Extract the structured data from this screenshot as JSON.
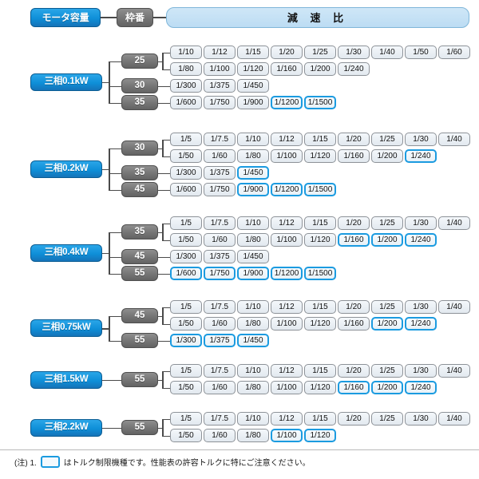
{
  "header": {
    "motor_capacity_label": "モータ容量",
    "frame_number_label": "枠番",
    "ratio_banner_label": "減 速 比"
  },
  "footnote": {
    "prefix": "(注) 1.",
    "swatch_icon": "highlight-box-icon",
    "text": "はトルク制限機種です。性能表の許容トルクに特にご注意ください。"
  },
  "colors": {
    "capacity_blue": "#0e8fd8",
    "frame_gray": "#777777",
    "banner_blue": "#bcdcf3",
    "highlight_border": "#1b9be0",
    "cell_fill": "#e2e9ef",
    "line": "#4a4a4a"
  },
  "chart_data": {
    "type": "table",
    "title": "モータ容量・枠番・減速比 選定表",
    "columns": [
      "モータ容量",
      "枠番",
      "減速比"
    ],
    "legend": "青枠 = トルク制限機種",
    "sections": [
      {
        "capacity": "三相0.1kW",
        "groups": [
          {
            "frame": "25",
            "rows": [
              [
                {
                  "v": "1/10",
                  "hl": false
                },
                {
                  "v": "1/12",
                  "hl": false
                },
                {
                  "v": "1/15",
                  "hl": false
                },
                {
                  "v": "1/20",
                  "hl": false
                },
                {
                  "v": "1/25",
                  "hl": false
                },
                {
                  "v": "1/30",
                  "hl": false
                },
                {
                  "v": "1/40",
                  "hl": false
                },
                {
                  "v": "1/50",
                  "hl": false
                },
                {
                  "v": "1/60",
                  "hl": false
                }
              ],
              [
                {
                  "v": "1/80",
                  "hl": false
                },
                {
                  "v": "1/100",
                  "hl": false
                },
                {
                  "v": "1/120",
                  "hl": false
                },
                {
                  "v": "1/160",
                  "hl": false
                },
                {
                  "v": "1/200",
                  "hl": false
                },
                {
                  "v": "1/240",
                  "hl": false
                }
              ]
            ]
          },
          {
            "frame": "30",
            "rows": [
              [
                {
                  "v": "1/300",
                  "hl": false
                },
                {
                  "v": "1/375",
                  "hl": false
                },
                {
                  "v": "1/450",
                  "hl": false
                }
              ]
            ]
          },
          {
            "frame": "35",
            "rows": [
              [
                {
                  "v": "1/600",
                  "hl": false
                },
                {
                  "v": "1/750",
                  "hl": false
                },
                {
                  "v": "1/900",
                  "hl": false
                },
                {
                  "v": "1/1200",
                  "hl": true
                },
                {
                  "v": "1/1500",
                  "hl": true
                }
              ]
            ]
          }
        ]
      },
      {
        "capacity": "三相0.2kW",
        "groups": [
          {
            "frame": "30",
            "rows": [
              [
                {
                  "v": "1/5",
                  "hl": false
                },
                {
                  "v": "1/7.5",
                  "hl": false
                },
                {
                  "v": "1/10",
                  "hl": false
                },
                {
                  "v": "1/12",
                  "hl": false
                },
                {
                  "v": "1/15",
                  "hl": false
                },
                {
                  "v": "1/20",
                  "hl": false
                },
                {
                  "v": "1/25",
                  "hl": false
                },
                {
                  "v": "1/30",
                  "hl": false
                },
                {
                  "v": "1/40",
                  "hl": false
                }
              ],
              [
                {
                  "v": "1/50",
                  "hl": false
                },
                {
                  "v": "1/60",
                  "hl": false
                },
                {
                  "v": "1/80",
                  "hl": false
                },
                {
                  "v": "1/100",
                  "hl": false
                },
                {
                  "v": "1/120",
                  "hl": false
                },
                {
                  "v": "1/160",
                  "hl": false
                },
                {
                  "v": "1/200",
                  "hl": false
                },
                {
                  "v": "1/240",
                  "hl": true
                }
              ]
            ]
          },
          {
            "frame": "35",
            "rows": [
              [
                {
                  "v": "1/300",
                  "hl": false
                },
                {
                  "v": "1/375",
                  "hl": false
                },
                {
                  "v": "1/450",
                  "hl": true
                }
              ]
            ]
          },
          {
            "frame": "45",
            "rows": [
              [
                {
                  "v": "1/600",
                  "hl": false
                },
                {
                  "v": "1/750",
                  "hl": false
                },
                {
                  "v": "1/900",
                  "hl": true
                },
                {
                  "v": "1/1200",
                  "hl": true
                },
                {
                  "v": "1/1500",
                  "hl": true
                }
              ]
            ]
          }
        ]
      },
      {
        "capacity": "三相0.4kW",
        "groups": [
          {
            "frame": "35",
            "rows": [
              [
                {
                  "v": "1/5",
                  "hl": false
                },
                {
                  "v": "1/7.5",
                  "hl": false
                },
                {
                  "v": "1/10",
                  "hl": false
                },
                {
                  "v": "1/12",
                  "hl": false
                },
                {
                  "v": "1/15",
                  "hl": false
                },
                {
                  "v": "1/20",
                  "hl": false
                },
                {
                  "v": "1/25",
                  "hl": false
                },
                {
                  "v": "1/30",
                  "hl": false
                },
                {
                  "v": "1/40",
                  "hl": false
                }
              ],
              [
                {
                  "v": "1/50",
                  "hl": false
                },
                {
                  "v": "1/60",
                  "hl": false
                },
                {
                  "v": "1/80",
                  "hl": false
                },
                {
                  "v": "1/100",
                  "hl": false
                },
                {
                  "v": "1/120",
                  "hl": false
                },
                {
                  "v": "1/160",
                  "hl": true
                },
                {
                  "v": "1/200",
                  "hl": true
                },
                {
                  "v": "1/240",
                  "hl": true
                }
              ]
            ]
          },
          {
            "frame": "45",
            "rows": [
              [
                {
                  "v": "1/300",
                  "hl": false
                },
                {
                  "v": "1/375",
                  "hl": false
                },
                {
                  "v": "1/450",
                  "hl": false
                }
              ]
            ]
          },
          {
            "frame": "55",
            "rows": [
              [
                {
                  "v": "1/600",
                  "hl": true
                },
                {
                  "v": "1/750",
                  "hl": true
                },
                {
                  "v": "1/900",
                  "hl": true
                },
                {
                  "v": "1/1200",
                  "hl": true
                },
                {
                  "v": "1/1500",
                  "hl": true
                }
              ]
            ]
          }
        ]
      },
      {
        "capacity": "三相0.75kW",
        "groups": [
          {
            "frame": "45",
            "rows": [
              [
                {
                  "v": "1/5",
                  "hl": false
                },
                {
                  "v": "1/7.5",
                  "hl": false
                },
                {
                  "v": "1/10",
                  "hl": false
                },
                {
                  "v": "1/12",
                  "hl": false
                },
                {
                  "v": "1/15",
                  "hl": false
                },
                {
                  "v": "1/20",
                  "hl": false
                },
                {
                  "v": "1/25",
                  "hl": false
                },
                {
                  "v": "1/30",
                  "hl": false
                },
                {
                  "v": "1/40",
                  "hl": false
                }
              ],
              [
                {
                  "v": "1/50",
                  "hl": false
                },
                {
                  "v": "1/60",
                  "hl": false
                },
                {
                  "v": "1/80",
                  "hl": false
                },
                {
                  "v": "1/100",
                  "hl": false
                },
                {
                  "v": "1/120",
                  "hl": false
                },
                {
                  "v": "1/160",
                  "hl": false
                },
                {
                  "v": "1/200",
                  "hl": true
                },
                {
                  "v": "1/240",
                  "hl": true
                }
              ]
            ]
          },
          {
            "frame": "55",
            "rows": [
              [
                {
                  "v": "1/300",
                  "hl": true
                },
                {
                  "v": "1/375",
                  "hl": true
                },
                {
                  "v": "1/450",
                  "hl": true
                }
              ]
            ]
          }
        ]
      },
      {
        "capacity": "三相1.5kW",
        "groups": [
          {
            "frame": "55",
            "rows": [
              [
                {
                  "v": "1/5",
                  "hl": false
                },
                {
                  "v": "1/7.5",
                  "hl": false
                },
                {
                  "v": "1/10",
                  "hl": false
                },
                {
                  "v": "1/12",
                  "hl": false
                },
                {
                  "v": "1/15",
                  "hl": false
                },
                {
                  "v": "1/20",
                  "hl": false
                },
                {
                  "v": "1/25",
                  "hl": false
                },
                {
                  "v": "1/30",
                  "hl": false
                },
                {
                  "v": "1/40",
                  "hl": false
                }
              ],
              [
                {
                  "v": "1/50",
                  "hl": false
                },
                {
                  "v": "1/60",
                  "hl": false
                },
                {
                  "v": "1/80",
                  "hl": false
                },
                {
                  "v": "1/100",
                  "hl": false
                },
                {
                  "v": "1/120",
                  "hl": false
                },
                {
                  "v": "1/160",
                  "hl": true
                },
                {
                  "v": "1/200",
                  "hl": true
                },
                {
                  "v": "1/240",
                  "hl": true
                }
              ]
            ]
          }
        ]
      },
      {
        "capacity": "三相2.2kW",
        "groups": [
          {
            "frame": "55",
            "rows": [
              [
                {
                  "v": "1/5",
                  "hl": false
                },
                {
                  "v": "1/7.5",
                  "hl": false
                },
                {
                  "v": "1/10",
                  "hl": false
                },
                {
                  "v": "1/12",
                  "hl": false
                },
                {
                  "v": "1/15",
                  "hl": false
                },
                {
                  "v": "1/20",
                  "hl": false
                },
                {
                  "v": "1/25",
                  "hl": false
                },
                {
                  "v": "1/30",
                  "hl": false
                },
                {
                  "v": "1/40",
                  "hl": false
                }
              ],
              [
                {
                  "v": "1/50",
                  "hl": false
                },
                {
                  "v": "1/60",
                  "hl": false
                },
                {
                  "v": "1/80",
                  "hl": false
                },
                {
                  "v": "1/100",
                  "hl": true
                },
                {
                  "v": "1/120",
                  "hl": true
                }
              ]
            ]
          }
        ]
      }
    ]
  }
}
